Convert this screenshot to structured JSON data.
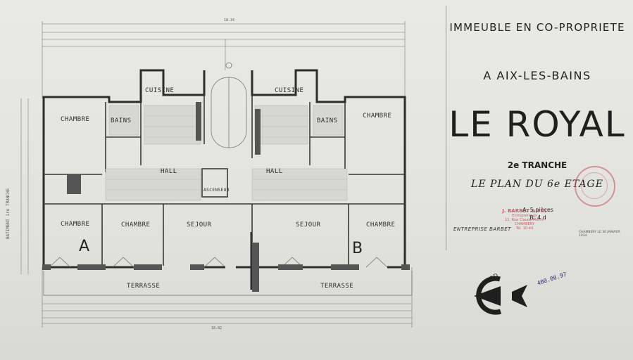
{
  "title_block": {
    "building": "IMMEUBLE EN CO-PROPRIETE",
    "city": "A AIX-LES-BAINS",
    "name": "LE ROYAL",
    "phase": "2e TRANCHE",
    "level": "LE PLAN DU 6e ETAGE",
    "rooms": "A: 5 pièces",
    "type_b": "B: 4 d",
    "company": "ENTREPRISE BARBET",
    "footer": "CHAMBERY LE 30 JANVIER 1934"
  },
  "stamp": {
    "firm": "J. BARBET & Fils",
    "lines": [
      "Entrepreneurs",
      "11, Rue Claude-Martin",
      "CHAMBERY",
      "Tél. 10-44"
    ]
  },
  "annotation": "400.00.97",
  "compass": "NORD",
  "dimensions": {
    "overall_top": "18.34",
    "overall_bottom": "18.82"
  },
  "side_label": "BATIMENT 1re TRANCHE",
  "rooms": {
    "chambre_nw": "CHAMBRE",
    "bains_w": "BAINS",
    "cuisine_w": "CUISINE",
    "cuisine_e": "CUISINE",
    "bains_e": "BAINS",
    "chambre_ne": "CHAMBRE",
    "hall_w": "HALL",
    "hall_e": "HALL",
    "ascenseur": "ASCENSEUR",
    "chambre_sw": "CHAMBRE",
    "chambre_s2": "CHAMBRE",
    "sejour_w": "SEJOUR",
    "sejour_e": "SEJOUR",
    "chambre_se": "CHAMBRE",
    "terrasse_w": "TERRASSE",
    "terrasse_e": "TERRASSE",
    "apt_a": "A",
    "apt_b": "B"
  }
}
